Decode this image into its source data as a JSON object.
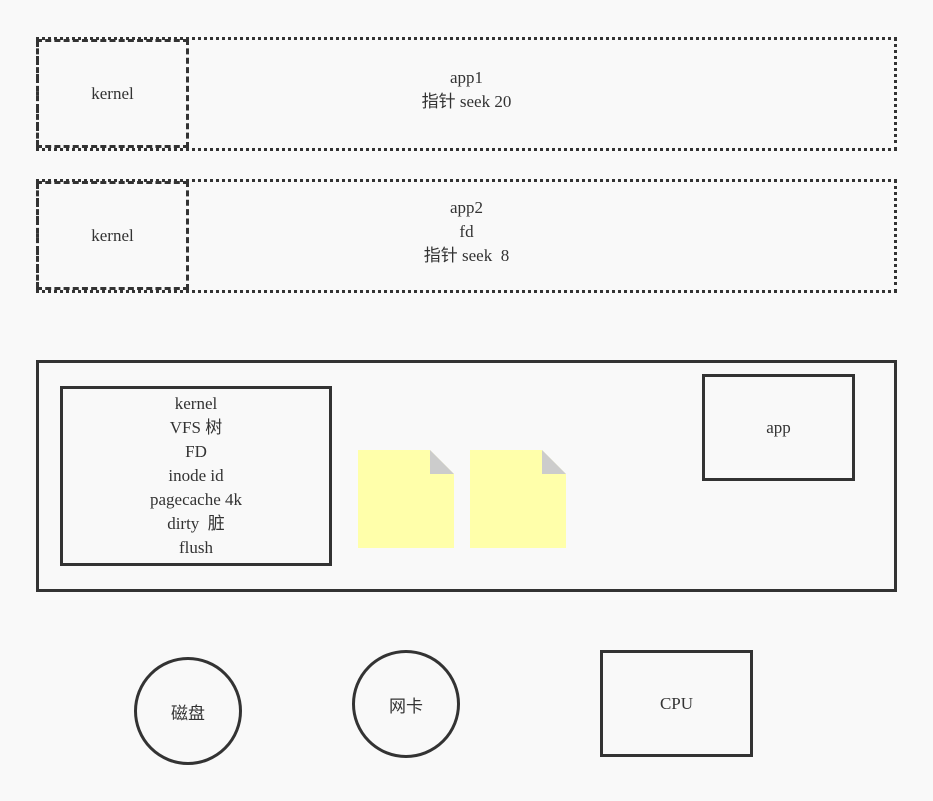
{
  "process1": {
    "kernel_label": "kernel",
    "lines": [
      "app1",
      "指针 seek 20"
    ]
  },
  "process2": {
    "kernel_label": "kernel",
    "lines": [
      "app2",
      "fd",
      "指针 seek  8"
    ]
  },
  "memory": {
    "kernel_lines": [
      "kernel",
      "VFS 树",
      "FD",
      "inode id",
      "pagecache 4k",
      "dirty  脏",
      "flush"
    ],
    "app_label": "app",
    "pages": [
      {
        "icon": "page-icon",
        "color": "#ffffaa"
      },
      {
        "icon": "page-icon",
        "color": "#ffffaa"
      }
    ]
  },
  "hardware": {
    "disk_label": "磁盘",
    "nic_label": "网卡",
    "cpu_label": "CPU"
  },
  "colors": {
    "stroke": "#333333",
    "page_fill": "#ffffaa",
    "page_fold": "#cccccc",
    "background": "#f9f9f9"
  }
}
